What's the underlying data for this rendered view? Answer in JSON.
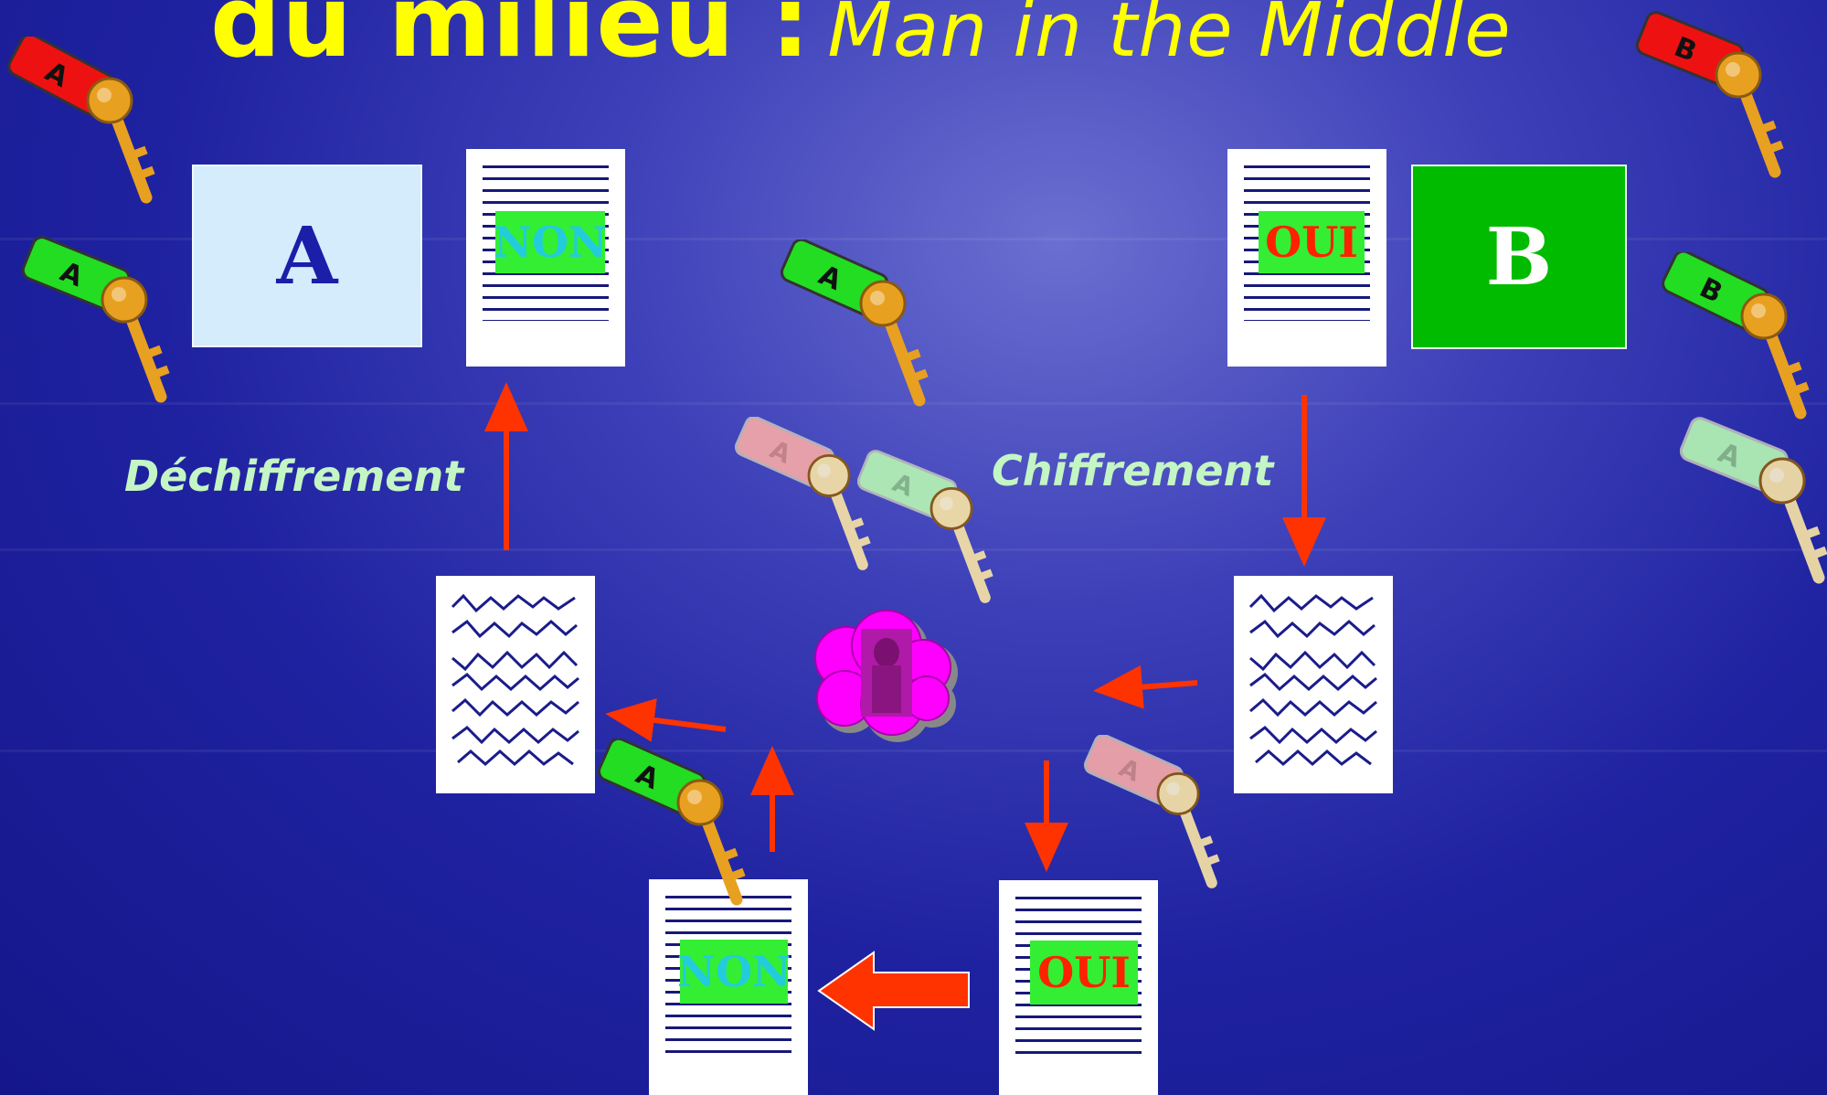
{
  "title": {
    "main": "du milieu :",
    "sub": "Man in the Middle"
  },
  "parties": {
    "a": "A",
    "b": "B"
  },
  "documents": {
    "top_left": "NON",
    "top_right": "OUI",
    "bottom_left": "NON",
    "bottom_right": "OUI"
  },
  "labels": {
    "decrypt": "Déchiffrement",
    "encrypt": "Chiffrement"
  },
  "keys": [
    {
      "letter": "A",
      "color": "red"
    },
    {
      "letter": "A",
      "color": "green"
    },
    {
      "letter": "A",
      "color": "green"
    },
    {
      "letter": "B",
      "color": "red"
    },
    {
      "letter": "B",
      "color": "green"
    },
    {
      "letter": "A",
      "color": "green-faded"
    },
    {
      "letter": "A",
      "color": "red-faded"
    },
    {
      "letter": "A",
      "color": "green-faded"
    },
    {
      "letter": "A",
      "color": "green"
    },
    {
      "letter": "A",
      "color": "red-faded"
    }
  ],
  "colors": {
    "background": "#1f22a0",
    "title": "#ffff00",
    "party_a_bg": "#d4ecfc",
    "party_a_text": "#1a1ea8",
    "party_b_bg": "#00bb00",
    "doc_tag": "#33ee33",
    "non_text": "#22ccdd",
    "oui_text": "#ff2200",
    "arrow": "#ff3300",
    "label": "#c4f5c4",
    "attacker": "#ff00ff"
  }
}
